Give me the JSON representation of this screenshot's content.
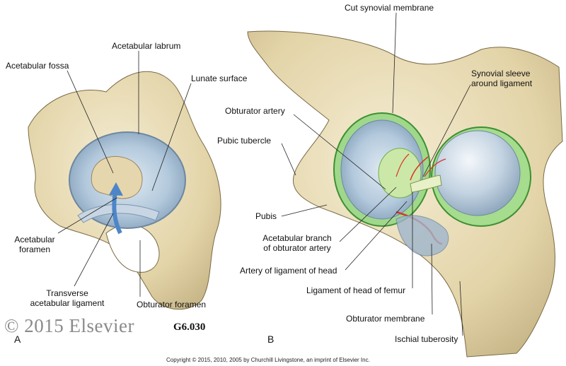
{
  "figure_code": "G6.030",
  "watermark": "© 2015 Elsevier",
  "copyright": "Copyright © 2015, 2010, 2005 by Churchill Livingstone, an imprint of Elsevier Inc.",
  "panel_a": {
    "letter": "A",
    "labels": {
      "acetabular_fossa": "Acetabular fossa",
      "acetabular_labrum": "Acetabular labrum",
      "lunate_surface": "Lunate surface",
      "acetabular_foramen_1": "Acetabular",
      "acetabular_foramen_2": "foramen",
      "transverse_ligament_1": "Transverse",
      "transverse_ligament_2": "acetabular ligament",
      "obturator_foramen": "Obturator foramen"
    }
  },
  "panel_b": {
    "letter": "B",
    "labels": {
      "cut_synovial_membrane": "Cut synovial membrane",
      "synovial_sleeve_1": "Synovial sleeve",
      "synovial_sleeve_2": "around ligament",
      "obturator_artery": "Obturator artery",
      "pubic_tubercle": "Pubic tubercle",
      "pubis": "Pubis",
      "acetabular_branch_1": "Acetabular branch",
      "acetabular_branch_2": "of obturator artery",
      "artery_ligament_head": "Artery of ligament of head",
      "ligament_head_femur": "Ligament of head of femur",
      "obturator_membrane": "Obturator membrane",
      "ischial_tuberosity": "Ischial tuberosity"
    }
  },
  "colors": {
    "bone": "#e8dcb8",
    "bone_shadow": "#c9b98c",
    "cartilage": "#a9c3d8",
    "synovial": "#8fd07a",
    "artery": "#d8342a"
  }
}
